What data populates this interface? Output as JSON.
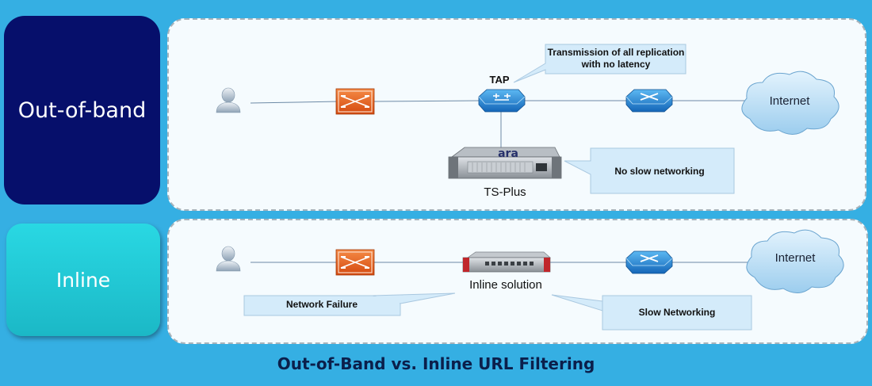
{
  "sections": {
    "out_of_band": {
      "label": "Out-of-band",
      "tap_label": "TAP",
      "device_label": "TS-Plus",
      "device_brand": "ara",
      "cloud_label": "Internet",
      "callout_top_line1": "Transmission of all replication",
      "callout_top_line2": "with no latency",
      "callout_right": "No slow networking"
    },
    "inline": {
      "label": "Inline",
      "device_label": "Inline solution",
      "cloud_label": "Internet",
      "callout_left": "Network  Failure",
      "callout_right": "Slow Networking"
    }
  },
  "caption": "Out-of-Band vs. Inline URL Filtering",
  "icons": [
    "user-icon",
    "firewall-icon",
    "tap-switch-icon",
    "router-icon",
    "cloud-icon",
    "server-appliance-icon",
    "inline-appliance-icon"
  ],
  "colors": {
    "background": "#35afe3",
    "oob_label_bg": "#060f6b",
    "inline_label_bg": "#29d8e3",
    "firewall": "#e8591b",
    "switch": "#1a86d6",
    "cloud": "#b7dcf4",
    "callout_fill": "#d4ebfa"
  }
}
